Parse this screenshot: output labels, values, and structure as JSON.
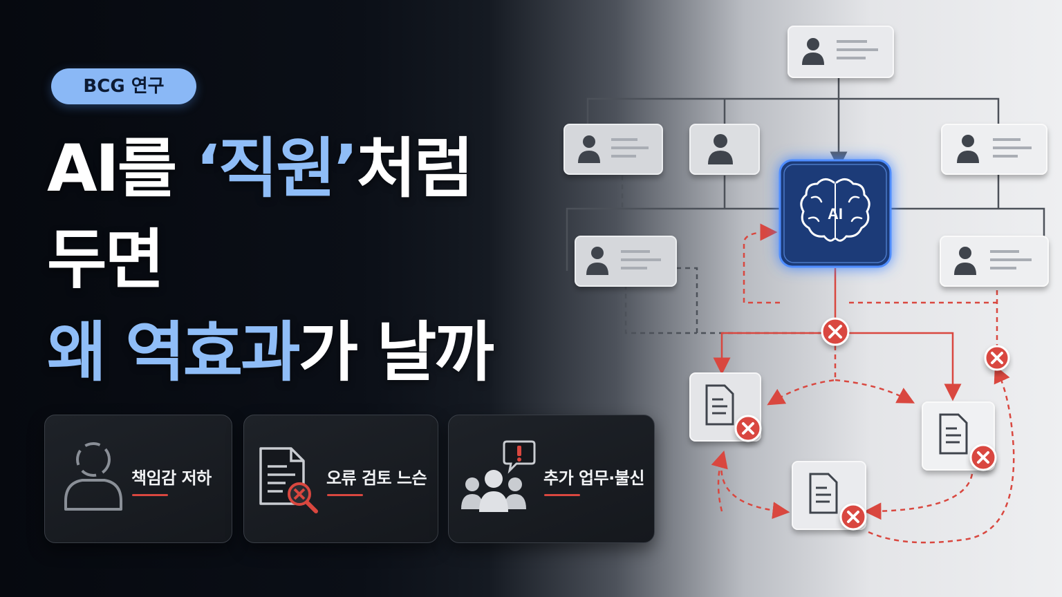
{
  "badge": {
    "text": "BCG 연구"
  },
  "headline": {
    "line1_pre": "AI를 ",
    "line1_highlight": "‘직원’",
    "line1_post": "처럼",
    "line2": "두면",
    "line3_highlight": "왜 역효과",
    "line3_post": "가 날까"
  },
  "cards": [
    {
      "label": "책임감 저하",
      "icon": "person-outline-icon"
    },
    {
      "label": "오류 검토 느슨",
      "icon": "document-error-icon"
    },
    {
      "label": "추가 업무·불신",
      "icon": "people-alert-icon"
    }
  ],
  "diagram": {
    "ai_label": "AI",
    "icons": [
      "person-icon",
      "brain-icon",
      "document-icon",
      "error-icon"
    ]
  },
  "colors": {
    "highlight_blue": "#8fbdf7",
    "badge_bg": "#8ab8f6",
    "error_red": "#d9473f",
    "ai_box": "#1a3a78"
  }
}
